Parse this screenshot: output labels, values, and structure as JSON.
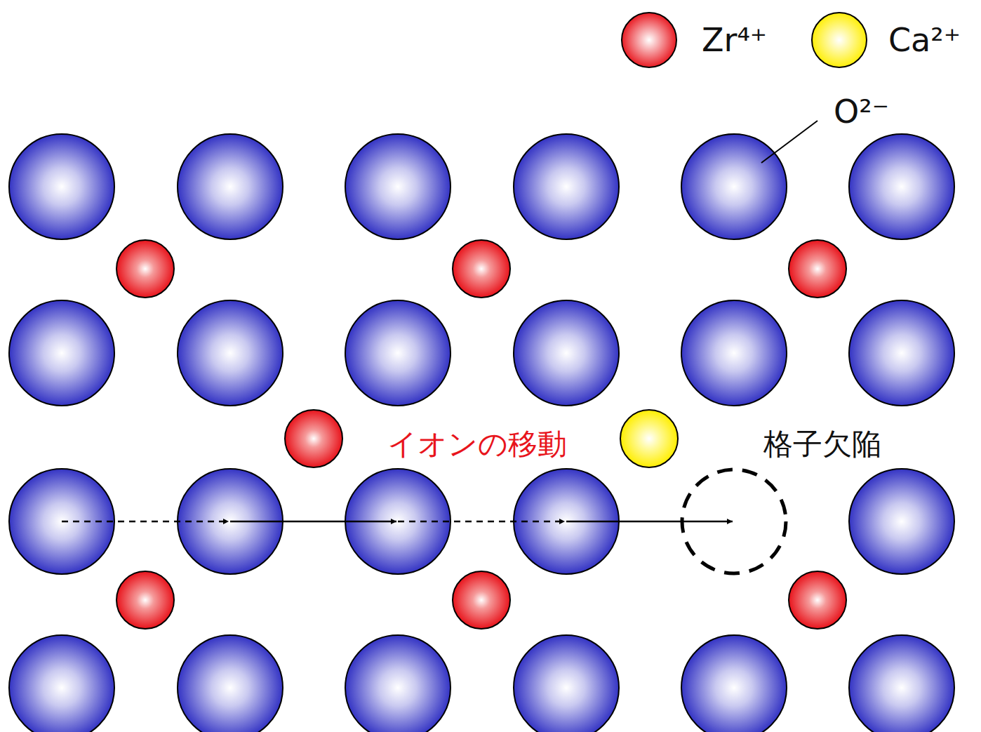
{
  "diagram": {
    "labels": [
      "O²⁻",
      "イオンの移動",
      "格子欠陥"
    ],
    "legend": [
      {
        "text": "Zr⁴⁺",
        "color": "#e8141c"
      },
      {
        "text": "Ca²⁺",
        "color": "#ffee00"
      }
    ]
  }
}
